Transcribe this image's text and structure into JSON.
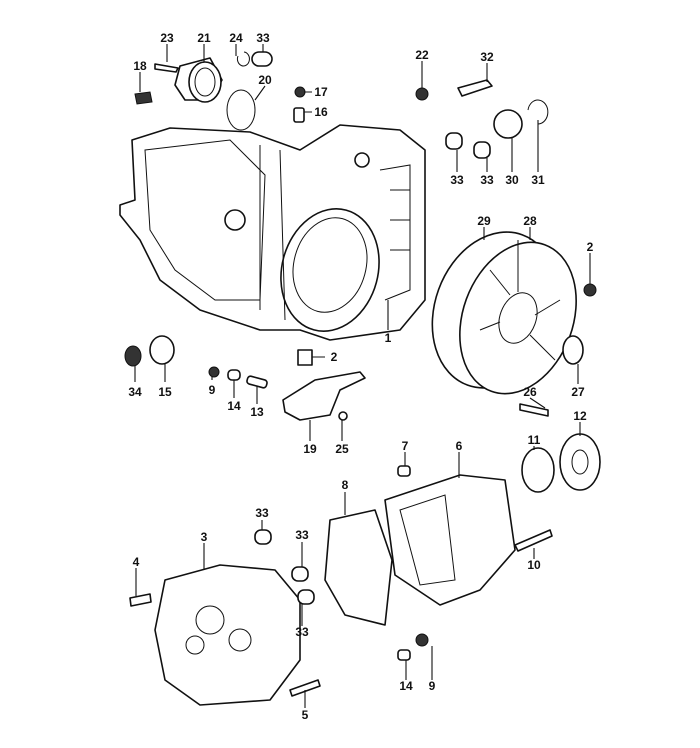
{
  "diagram": {
    "callouts": [
      "23",
      "21",
      "24",
      "33",
      "18",
      "20",
      "17",
      "16",
      "22",
      "32",
      "33",
      "33",
      "30",
      "31",
      "29",
      "28",
      "2",
      "1",
      "2",
      "34",
      "15",
      "9",
      "14",
      "13",
      "19",
      "25",
      "26",
      "27",
      "11",
      "12",
      "7",
      "6",
      "8",
      "33",
      "33",
      "3",
      "4",
      "10",
      "33",
      "14",
      "9",
      "5"
    ]
  }
}
